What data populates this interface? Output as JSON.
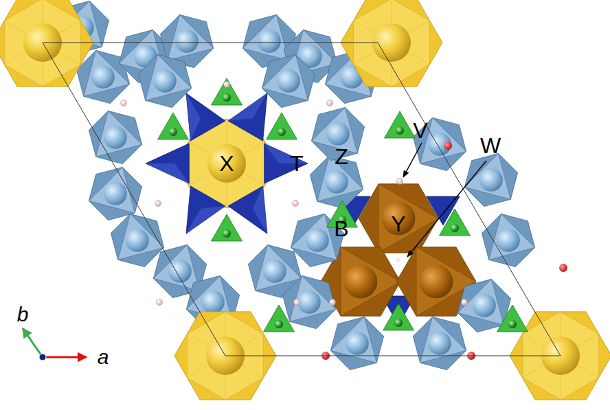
{
  "diagram": {
    "labels": [
      "X",
      "T",
      "Z",
      "V",
      "W",
      "B",
      "Y",
      "b",
      "a"
    ]
  }
}
